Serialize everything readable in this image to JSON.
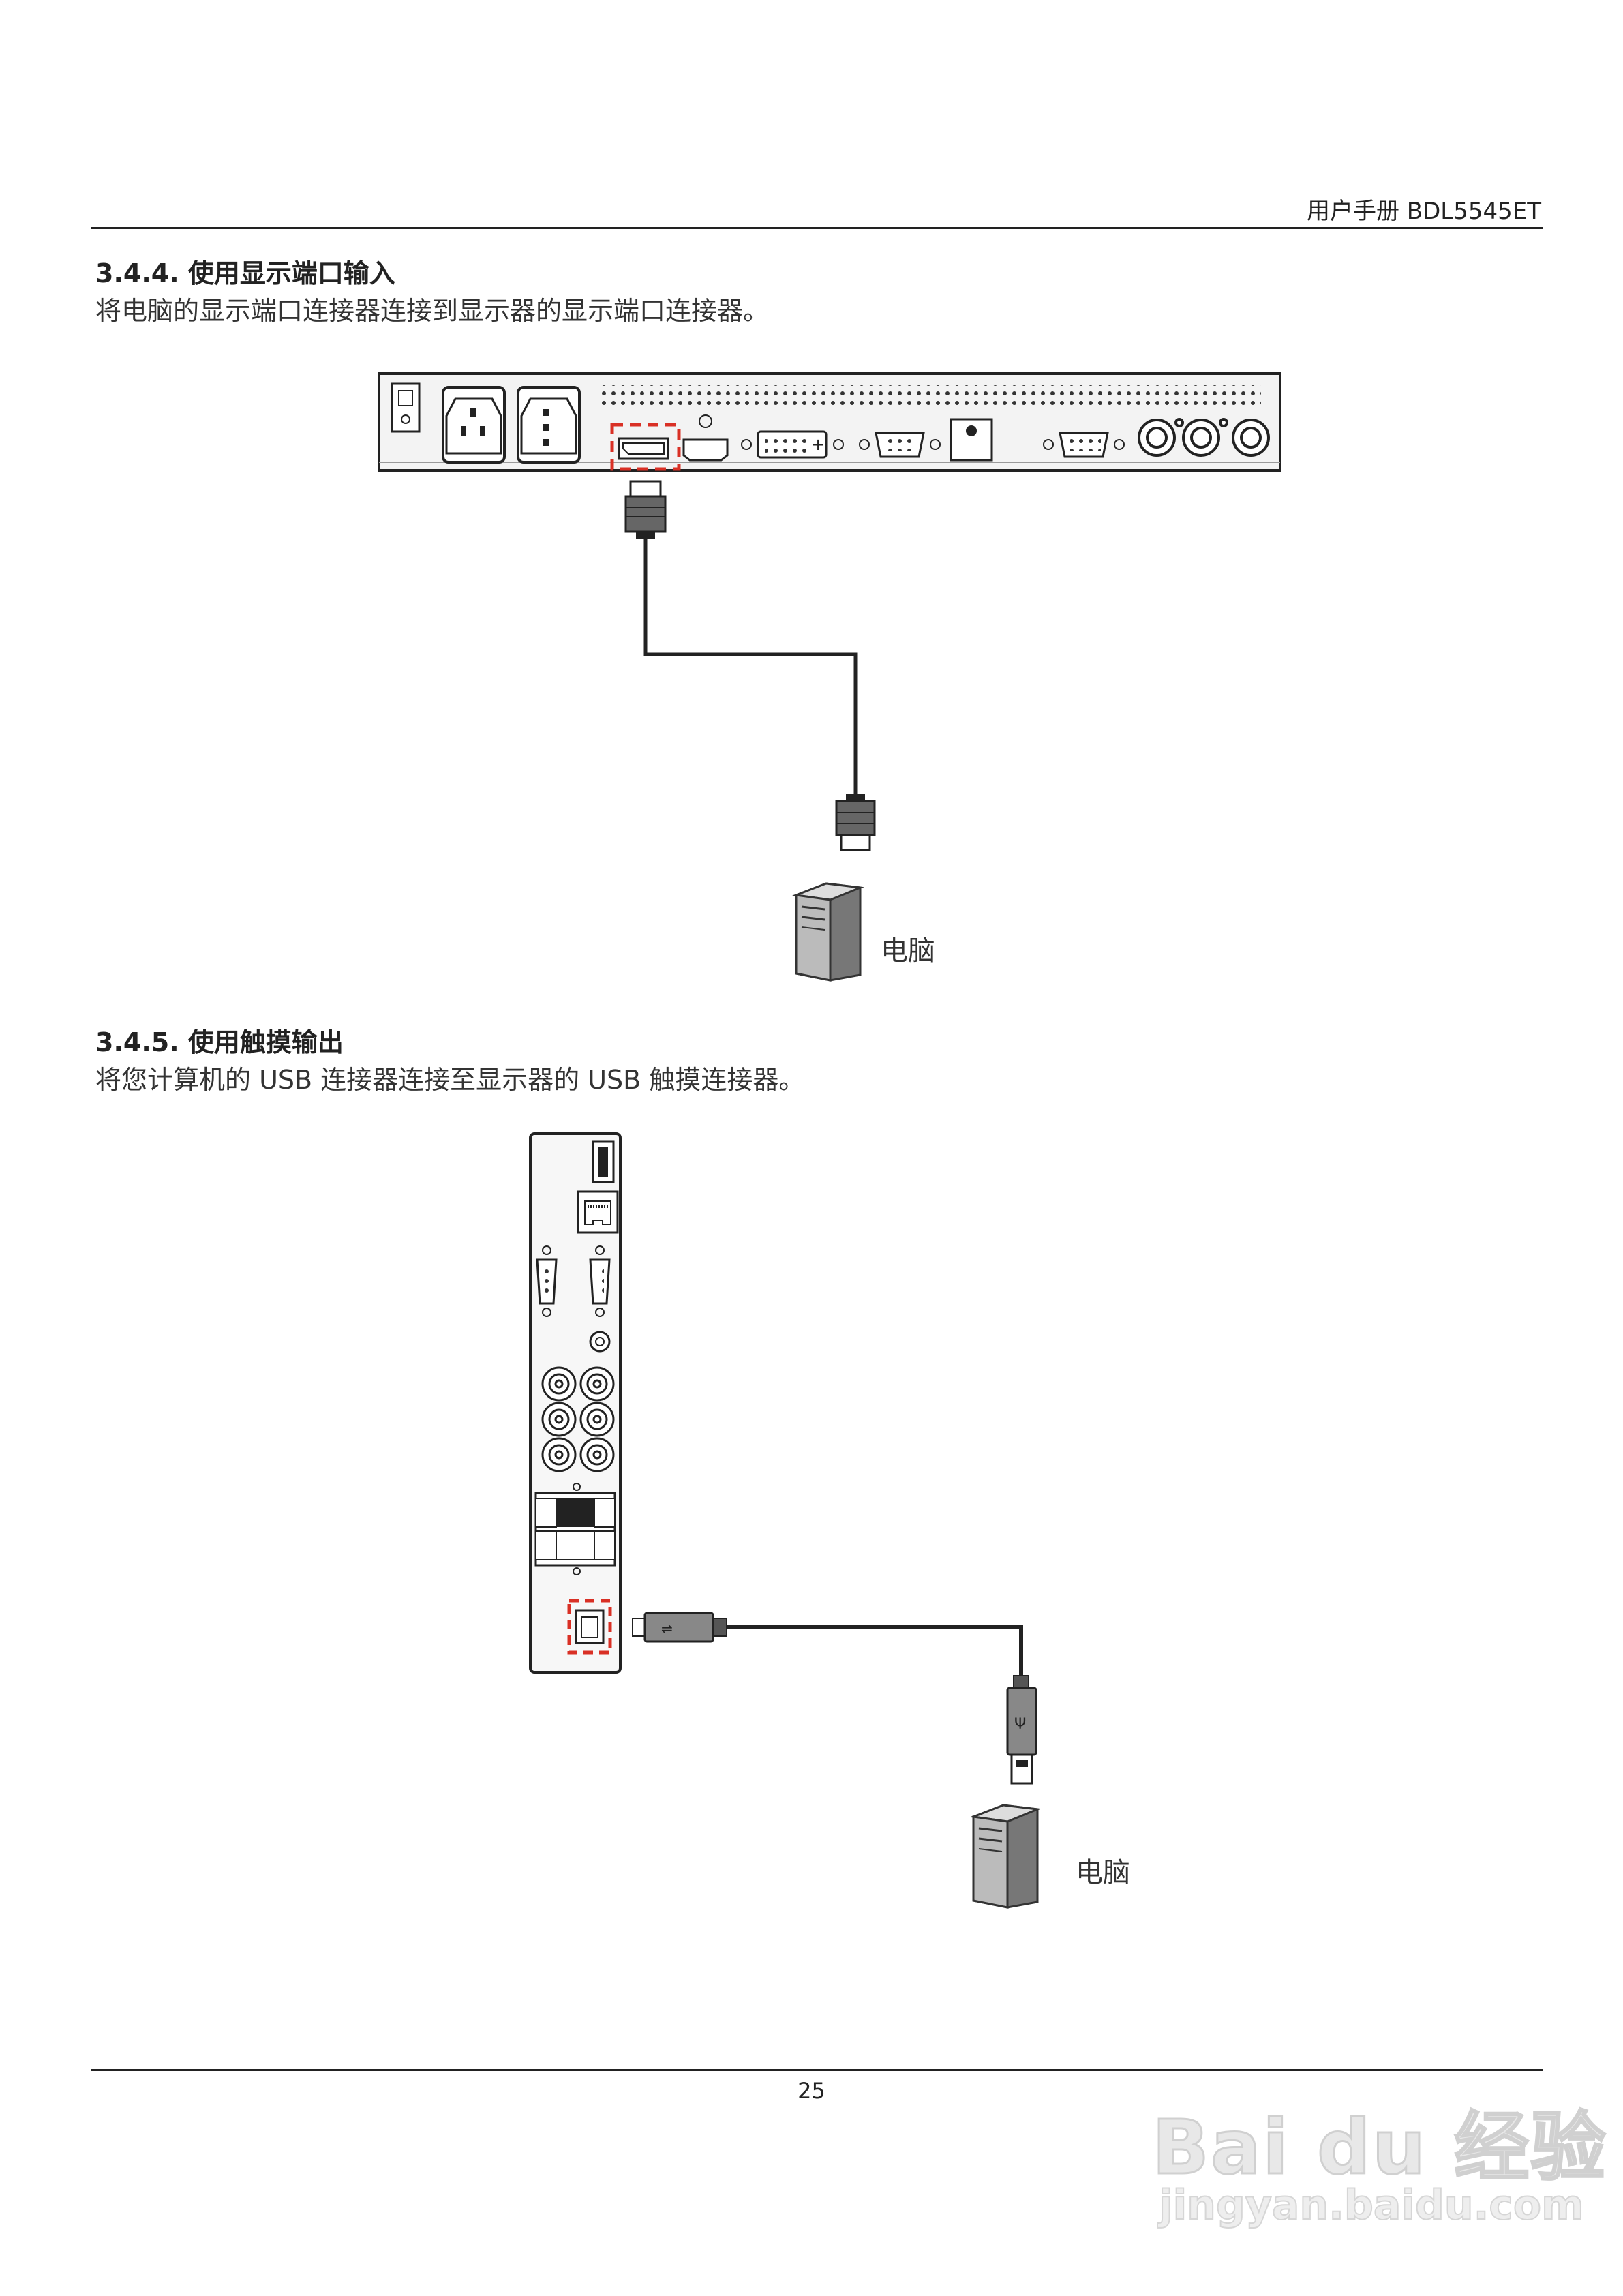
{
  "header": {
    "text": "用户手册  BDL5545ET"
  },
  "section_344": {
    "title": "3.4.4.  使用显示端口输入",
    "body": "将电脑的显示端口连接器连接到显示器的显示端口连接器。",
    "computer_label": "电脑"
  },
  "section_345": {
    "title": "3.4.5.  使用触摸输出",
    "body": "将您计算机的 USB 连接器连接至显示器的 USB 触摸连接器。",
    "computer_label": "电脑"
  },
  "footer": {
    "page_number": "25"
  },
  "watermark": {
    "brand": "Bai du 经验",
    "url": "jingyan.baidu.com"
  },
  "colors": {
    "highlight": "#d93025",
    "ink": "#222222",
    "panel": "#f2f2f2"
  },
  "icons": [
    "power-switch-icon",
    "ac-inlet-icon",
    "displayport-icon",
    "hdmi-icon",
    "dvi-icon",
    "vga-icon",
    "usb-a-icon",
    "rj45-icon",
    "serial-port-icon",
    "rca-jack-icon",
    "usb-b-icon",
    "pc-tower-icon"
  ]
}
